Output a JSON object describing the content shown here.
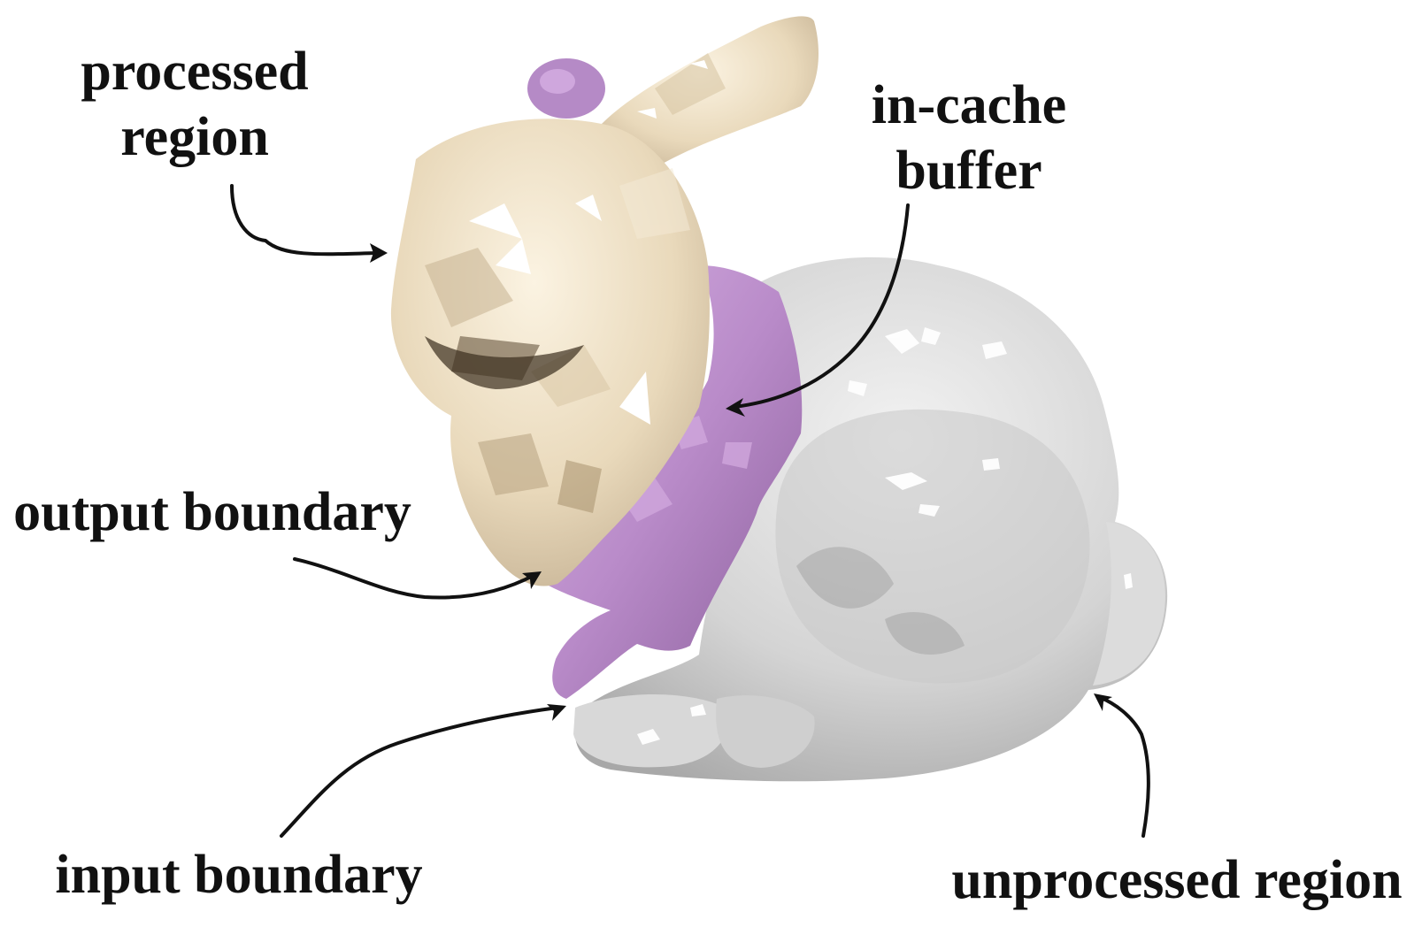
{
  "labels": {
    "processed_region": [
      "processed",
      "region"
    ],
    "in_cache_buffer": [
      "in-cache",
      "buffer"
    ],
    "output_boundary": "output boundary",
    "input_boundary": "input boundary",
    "unprocessed_region": "unprocessed region"
  },
  "colors": {
    "processed": "#eadcc0",
    "processed_shade": "#bfae8e",
    "buffer": "#b98bc9",
    "buffer_shade": "#8f649f",
    "unprocessed": "#d6d6d6",
    "unprocessed_shade": "#9e9e9e",
    "arrow": "#111111"
  }
}
